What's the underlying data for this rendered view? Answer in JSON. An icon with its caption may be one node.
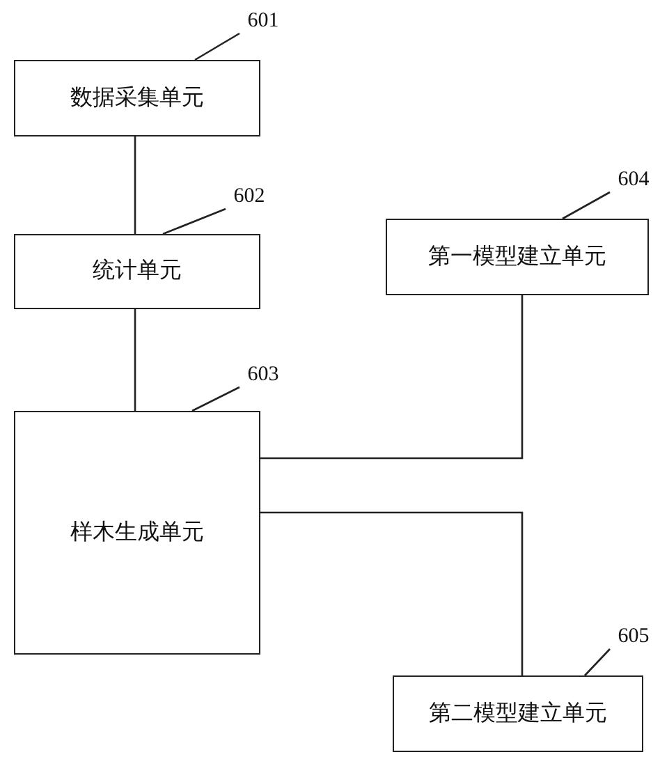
{
  "diagram": {
    "nodes": [
      {
        "text": [
          "数据采集单元"
        ]
      },
      {
        "text": [
          "统计单元"
        ]
      },
      {
        "text": [
          "第一模型建立单元"
        ]
      },
      {
        "text": [
          "样木生成单元"
        ]
      },
      {
        "text": [
          "第二模型建立单元"
        ]
      },
      {
        "text": [
          "601"
        ]
      },
      {
        "text": [
          "602"
        ]
      },
      {
        "text": [
          "604"
        ]
      },
      {
        "text": [
          "603"
        ]
      },
      {
        "text": [
          "605"
        ]
      }
    ],
    "edges": [
      {
        "from": 0,
        "to": 1,
        "arrow": "none"
      },
      {
        "from": 1,
        "to": 3,
        "arrow": "none"
      },
      {
        "from": 3,
        "to": 2,
        "arrow": "none"
      },
      {
        "from": 3,
        "to": 4,
        "arrow": "none"
      },
      {
        "from": 5,
        "to": 0,
        "arrow": "none"
      },
      {
        "from": 6,
        "to": 1,
        "arrow": "none"
      },
      {
        "from": 7,
        "to": 2,
        "arrow": "none"
      },
      {
        "from": 8,
        "to": 3,
        "arrow": "none"
      },
      {
        "from": 9,
        "to": 4,
        "arrow": "none"
      }
    ]
  }
}
